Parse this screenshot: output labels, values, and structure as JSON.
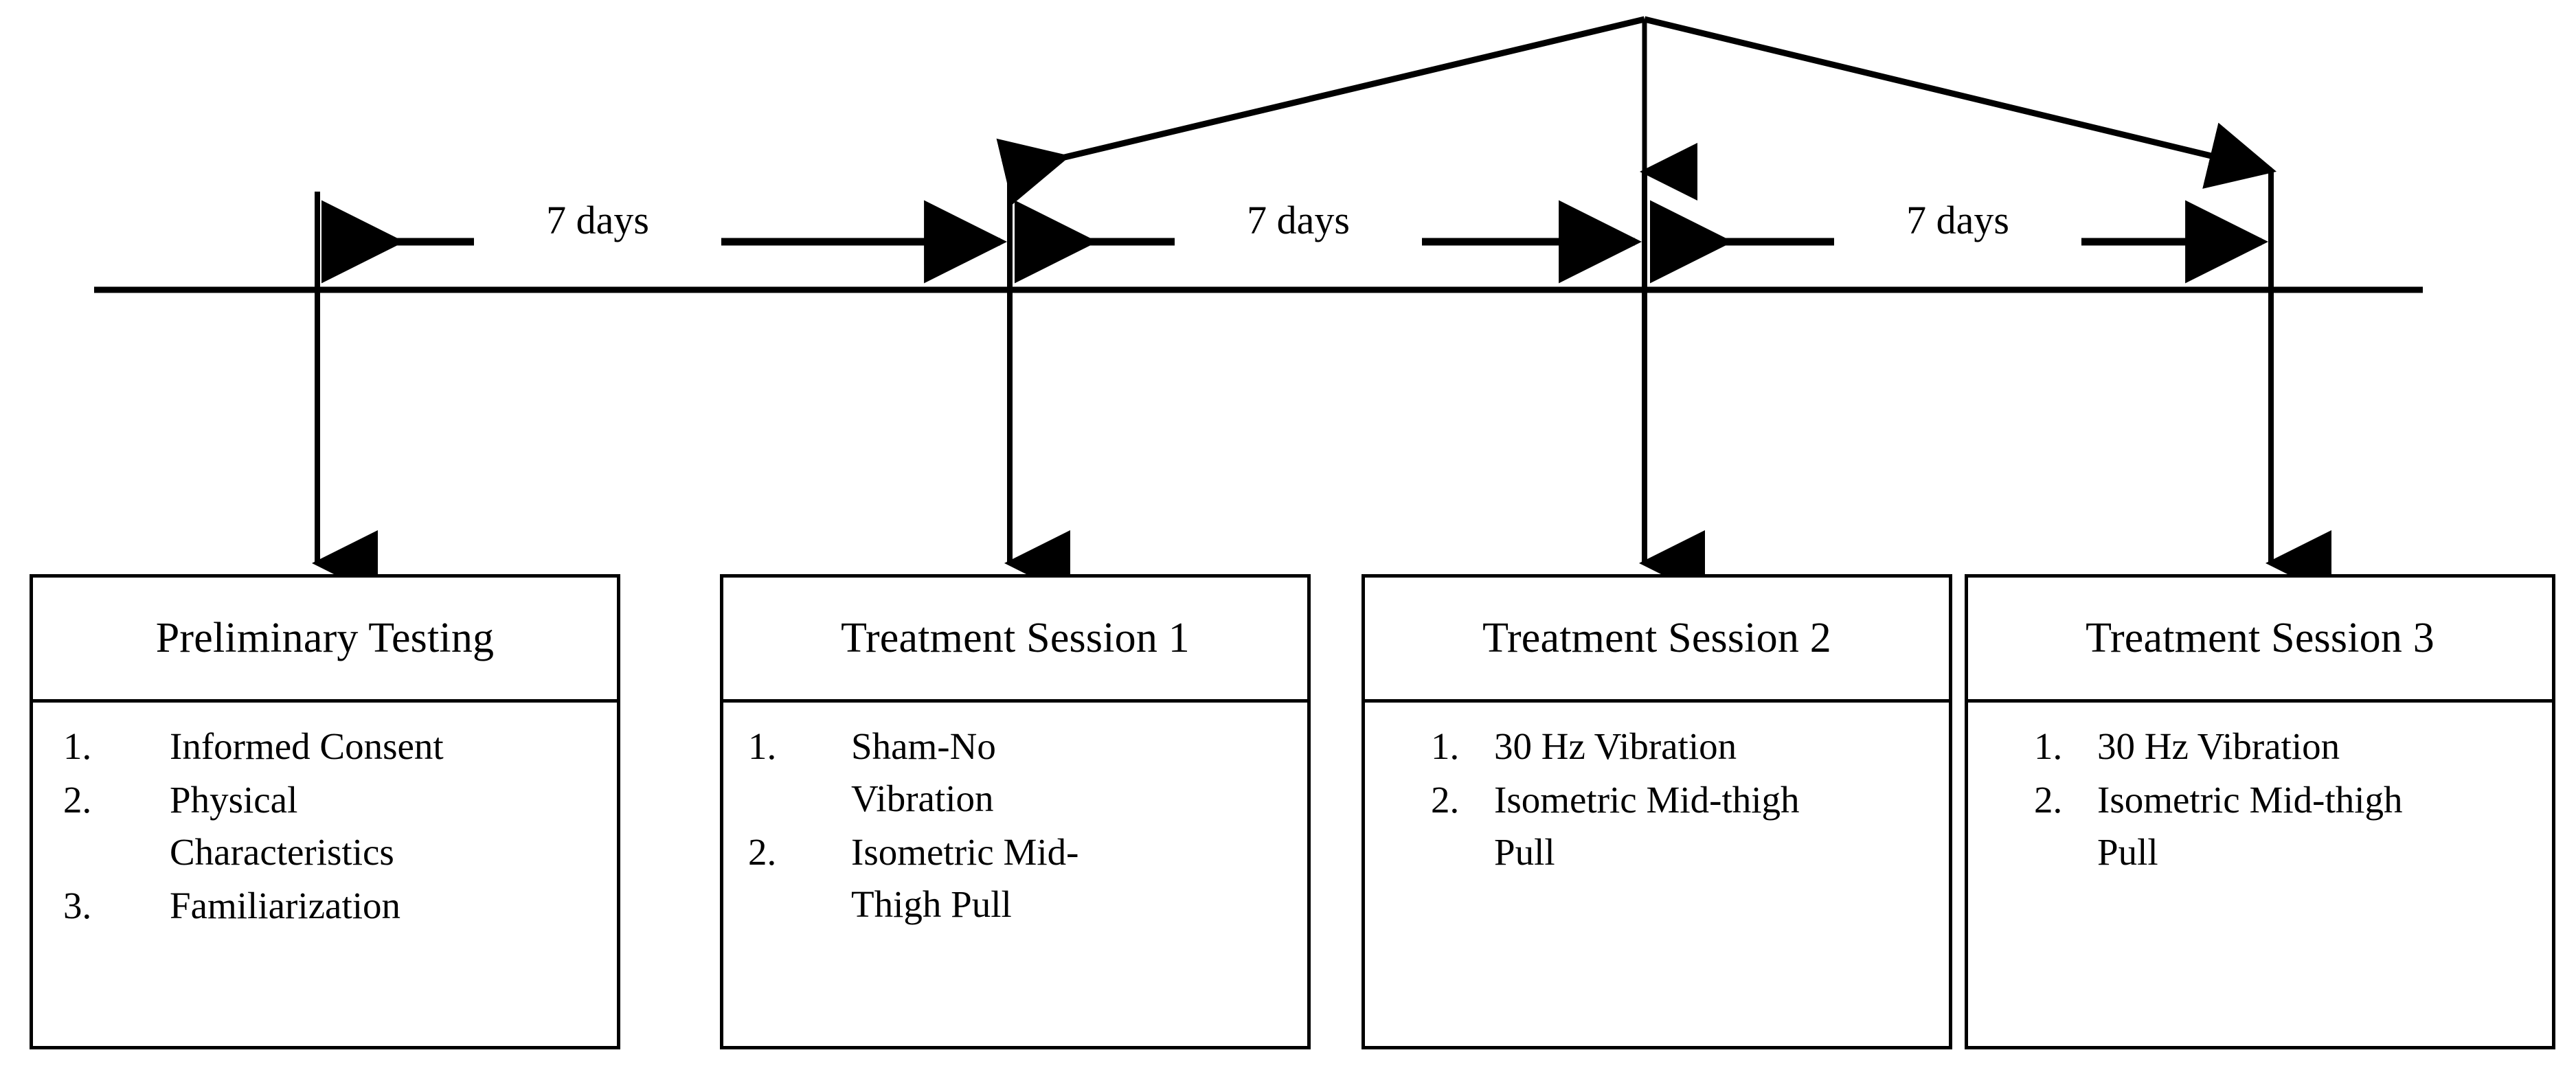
{
  "diagram": {
    "type": "study-protocol-timeline",
    "title": "",
    "timeline": {
      "intervals": [
        {
          "id": "interval-1",
          "label": "7 days",
          "from": "Preliminary Testing",
          "to": "Treatment Session 1"
        },
        {
          "id": "interval-2",
          "label": "7 days",
          "from": "Treatment Session 1",
          "to": "Treatment Session 2"
        },
        {
          "id": "interval-3",
          "label": "7 days",
          "from": "Treatment Session 2",
          "to": "Treatment Session 3"
        }
      ]
    },
    "boxes": [
      {
        "id": "preliminary-testing",
        "title": "Preliminary Testing",
        "items": [
          {
            "number": "1.",
            "text": "Informed Consent"
          },
          {
            "number": "2.",
            "text": "Physical Characteristics"
          },
          {
            "number": "3.",
            "text": "Familiarization"
          }
        ]
      },
      {
        "id": "treatment-session-1",
        "title": "Treatment Session 1",
        "items": [
          {
            "number": "1.",
            "text": "Sham-No Vibration"
          },
          {
            "number": "2.",
            "text": "Isometric Mid-Thigh Pull"
          }
        ]
      },
      {
        "id": "treatment-session-2",
        "title": "Treatment Session 2",
        "items": [
          {
            "number": "1.",
            "text": "30 Hz Vibration"
          },
          {
            "number": "2.",
            "text": "Isometric Mid-thigh Pull"
          }
        ]
      },
      {
        "id": "treatment-session-3",
        "title": "Treatment Session 3",
        "items": [
          {
            "number": "1.",
            "text": "30 Hz Vibration"
          },
          {
            "number": "2.",
            "text": "Isometric Mid-thigh Pull"
          }
        ]
      }
    ],
    "colors": {
      "stroke": "#000000",
      "background": "#ffffff",
      "text": "#000000"
    }
  }
}
